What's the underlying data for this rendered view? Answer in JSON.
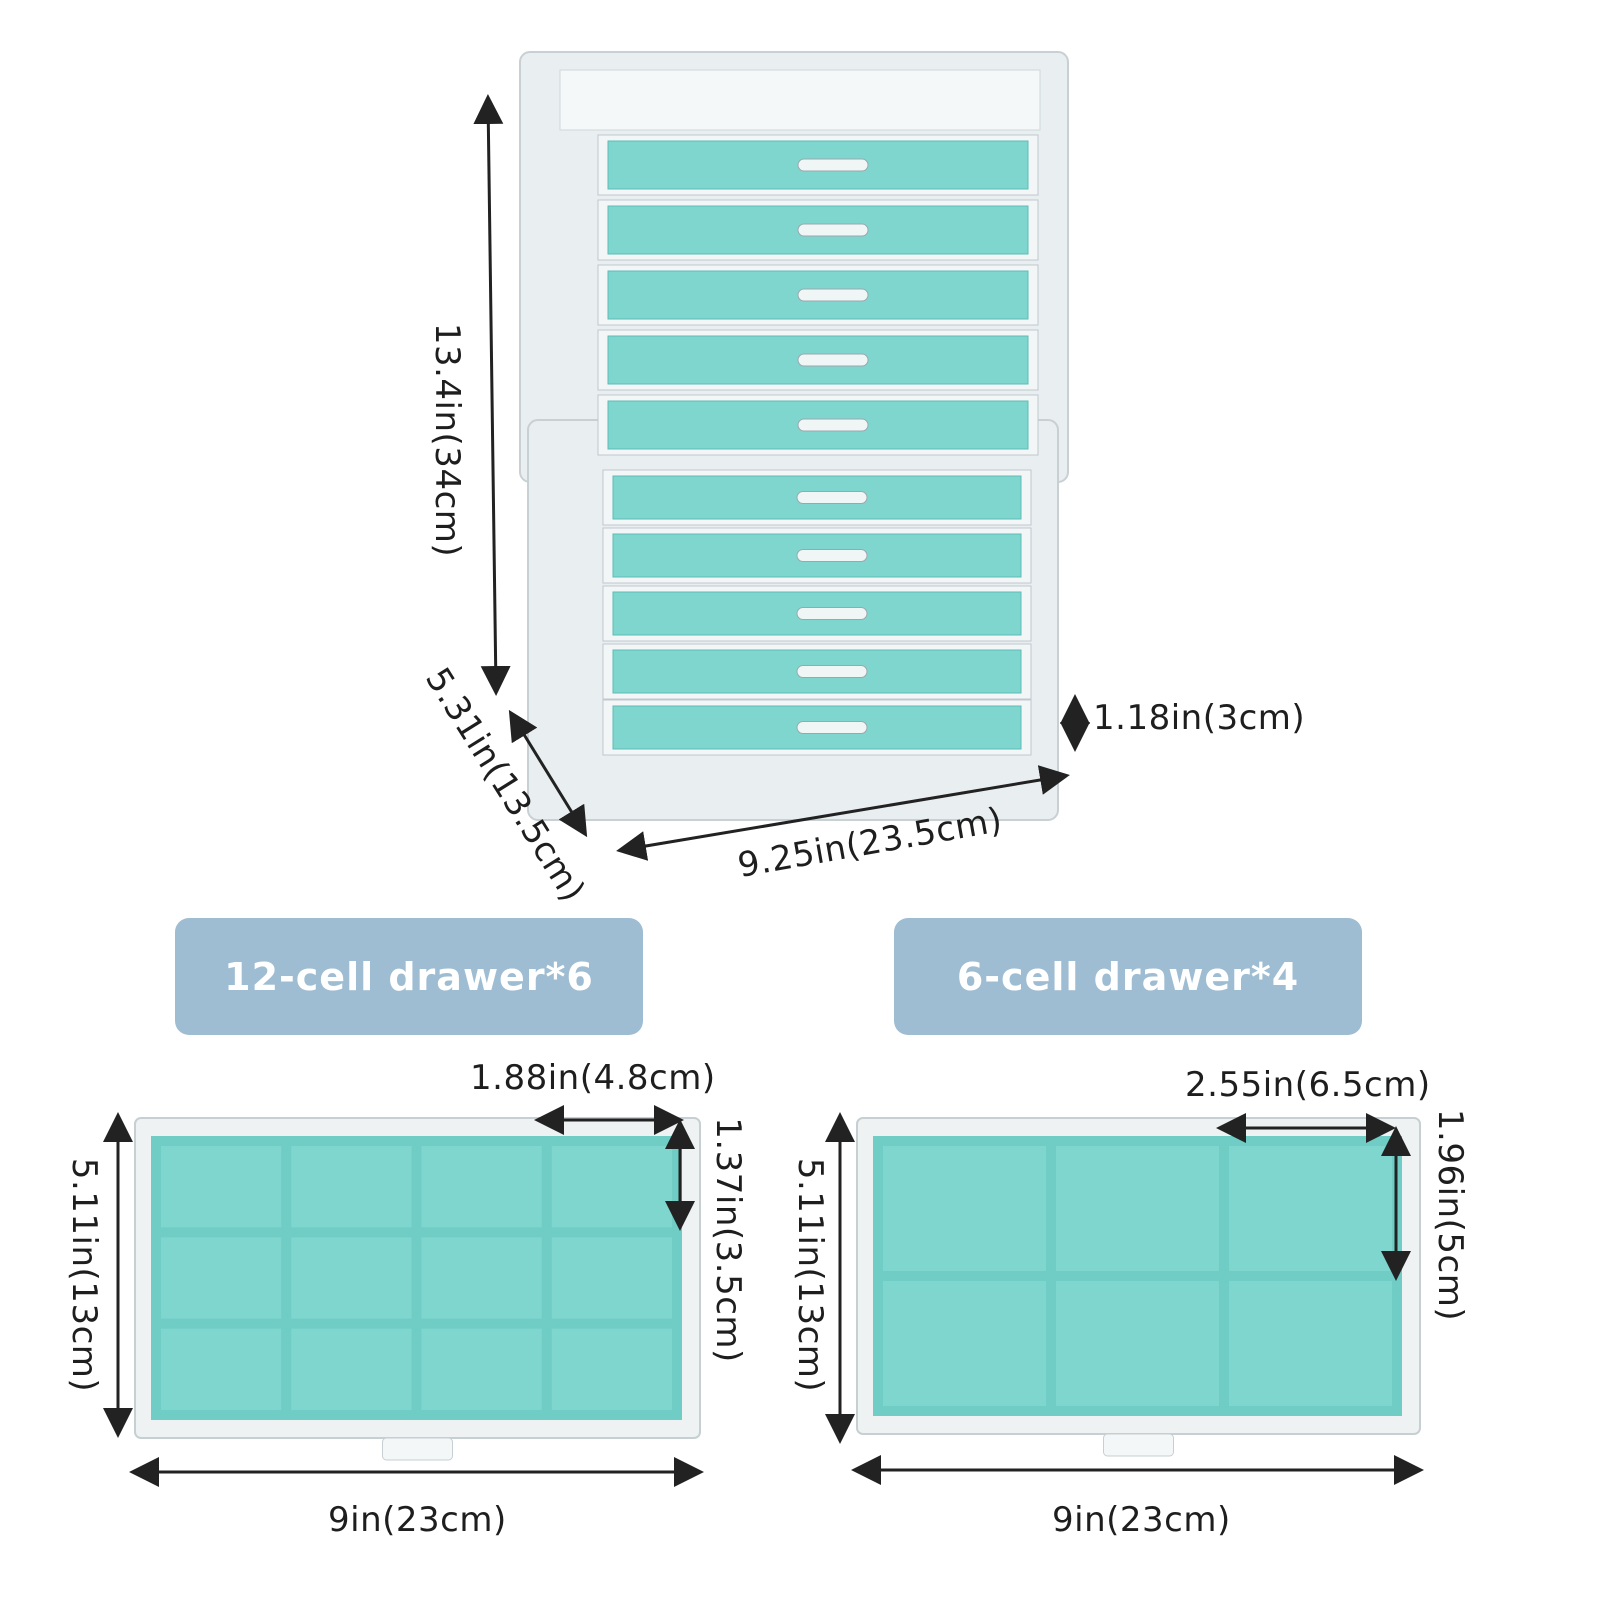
{
  "colors": {
    "velvet": "#7fd6cf",
    "velvet_dark": "#5cbcb6",
    "badge": "#9fbdd2",
    "acrylic": "#e9eef0"
  },
  "tower": {
    "height_label": "13.4in(34cm)",
    "depth_label": "5.31in(13.5cm)",
    "width_label": "9.25in(23.5cm)",
    "drawer_height_label": "1.18in(3cm)"
  },
  "left": {
    "badge": "12-cell drawer*6",
    "cell_width_label": "1.88in(4.8cm)",
    "cell_height_label": "1.37in(3.5cm)",
    "depth_label": "5.11in(13cm)",
    "width_label": "9in(23cm)",
    "cols": 4,
    "rows": 3
  },
  "right": {
    "badge": "6-cell drawer*4",
    "cell_width_label": "2.55in(6.5cm)",
    "cell_height_label": "1.96in(5cm)",
    "depth_label": "5.11in(13cm)",
    "width_label": "9in(23cm)",
    "cols": 3,
    "rows": 2
  }
}
